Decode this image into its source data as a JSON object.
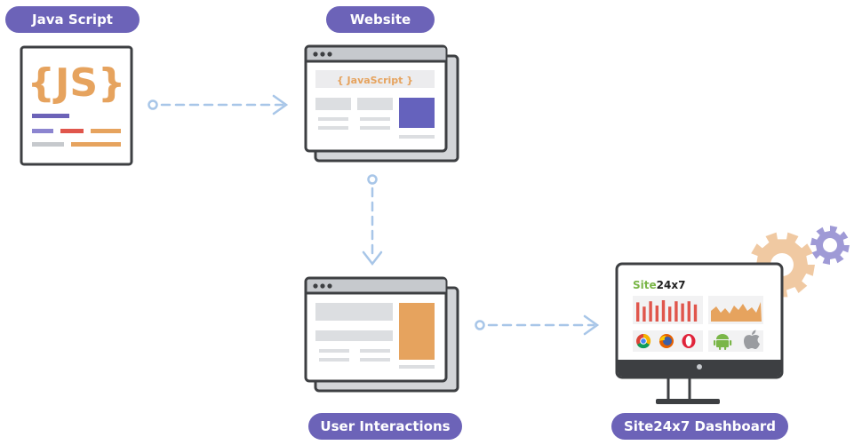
{
  "labels": {
    "javascript": "Java Script",
    "website": "Website",
    "user_interactions": "User Interactions",
    "dashboard": "Site24x7 Dashboard"
  },
  "js_doc": {
    "logo": "{JS}"
  },
  "website_window": {
    "banner": "{ JavaScript }"
  },
  "dashboard_screen": {
    "brand_prefix": "Site",
    "brand_suffix": "24x7"
  },
  "dashboard_bars": {
    "values": [
      0.9,
      0.7,
      0.95,
      0.75,
      1.0,
      0.7,
      0.95,
      0.85,
      0.95,
      0.8
    ]
  },
  "icons": [
    "chrome-icon",
    "firefox-icon",
    "opera-icon",
    "android-icon",
    "apple-icon",
    "gear-icon",
    "gear-icon"
  ],
  "colors": {
    "pill": "#6c63b8",
    "arrow": "#a8c6e8",
    "outline": "#3d3f42",
    "orange": "#e6a35e",
    "purple": "#6c63b8",
    "red": "#e0564c",
    "green": "#7ab648"
  }
}
